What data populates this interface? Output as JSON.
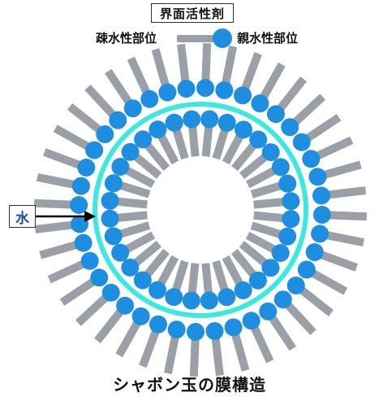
{
  "header": {
    "surfactant_label": "界面活性剤",
    "hydrophobic_label": "疎水性部位",
    "hydrophilic_label": "親水性部位"
  },
  "water_label": "水",
  "caption": "シャボン玉の膜構造",
  "colors": {
    "tail": "#9aa0a6",
    "head": "#1e8fe0",
    "water": "#3de8e0",
    "arrow": "#000000"
  }
}
